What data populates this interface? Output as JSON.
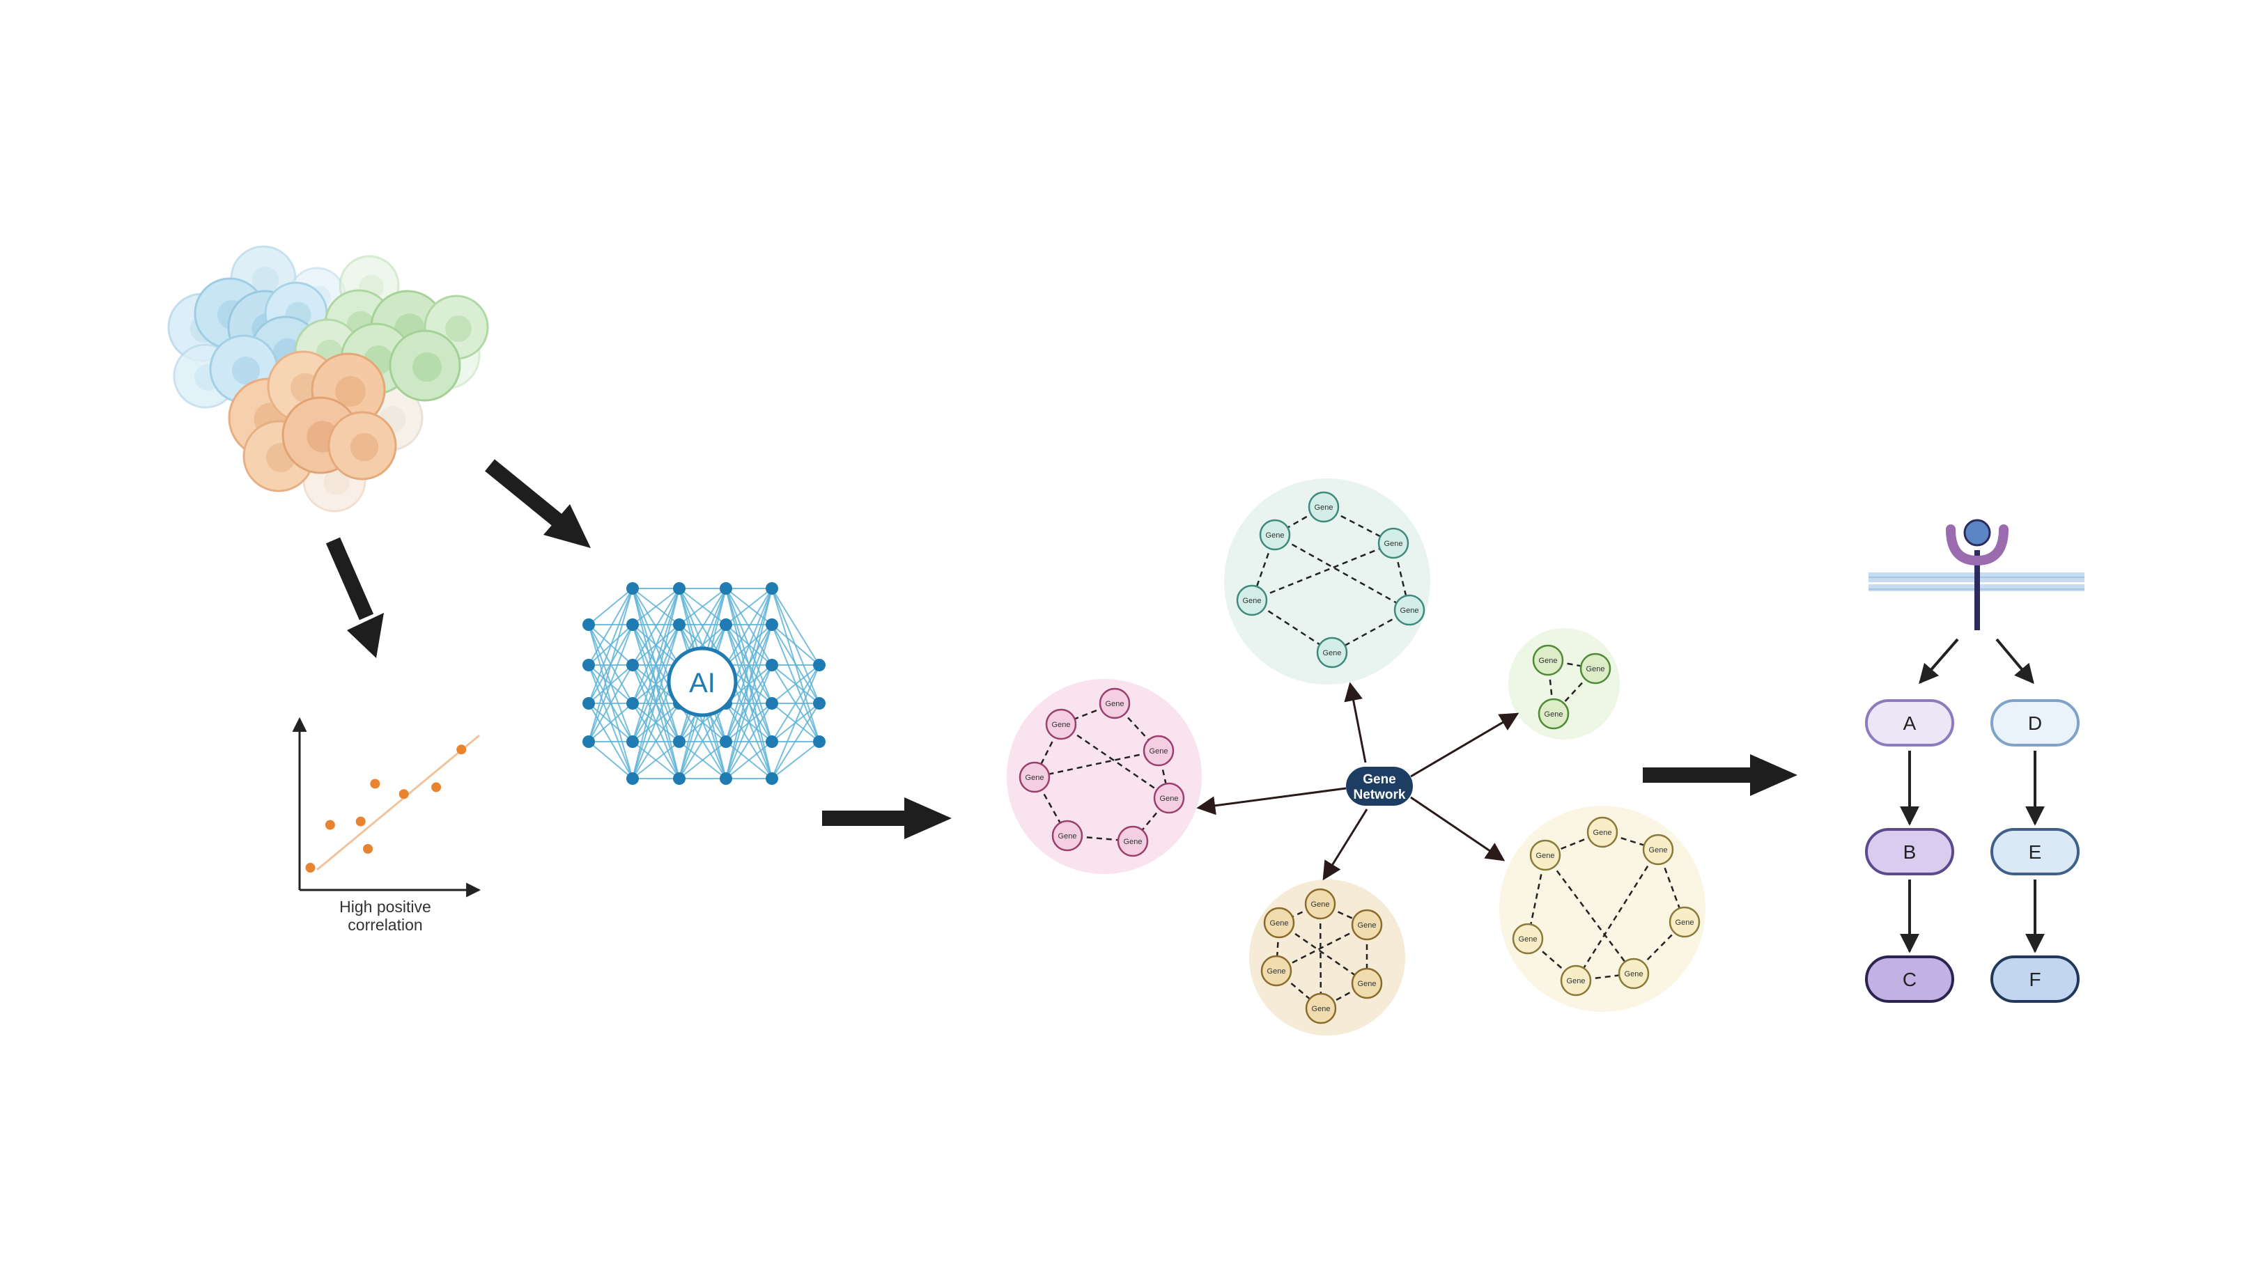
{
  "colors": {
    "blue_cells": "#a9d6ea",
    "green_cells": "#b9e0b0",
    "orange_cells": "#f2b98c",
    "nn_blue": "#1f7bb1",
    "nn_edge": "#4aa8d0",
    "arrow_dark": "#1e1e1e",
    "hub_navy": "#1d3d63",
    "cluster_teal": "#e8f4f1",
    "cluster_pink": "#f9e4ee",
    "cluster_lime": "#eef6e3",
    "cluster_tan": "#f5ead4",
    "cluster_cream": "#faf6e4",
    "receptor_purple": "#9b6bb0",
    "membrane_blue": "#bcd6ee",
    "purple_fill": "#c7b4e4",
    "blue_fill": "#c5d9ef"
  },
  "icons": {
    "cell_cluster": "cell-cluster-icon",
    "neural_network": "neural-network-icon",
    "receptor": "membrane-receptor-icon"
  },
  "scatter": {
    "caption_line1": "High positive",
    "caption_line2": "correlation",
    "points": [
      [
        0.06,
        0.13
      ],
      [
        0.17,
        0.38
      ],
      [
        0.34,
        0.4
      ],
      [
        0.38,
        0.24
      ],
      [
        0.42,
        0.62
      ],
      [
        0.58,
        0.56
      ],
      [
        0.76,
        0.6
      ],
      [
        0.9,
        0.82
      ]
    ]
  },
  "ai": {
    "label": "AI"
  },
  "network": {
    "hub_line1": "Gene",
    "hub_line2": "Network",
    "node_label": "Gene"
  },
  "pathway": {
    "left": [
      "A",
      "B",
      "C"
    ],
    "right": [
      "D",
      "E",
      "F"
    ]
  }
}
